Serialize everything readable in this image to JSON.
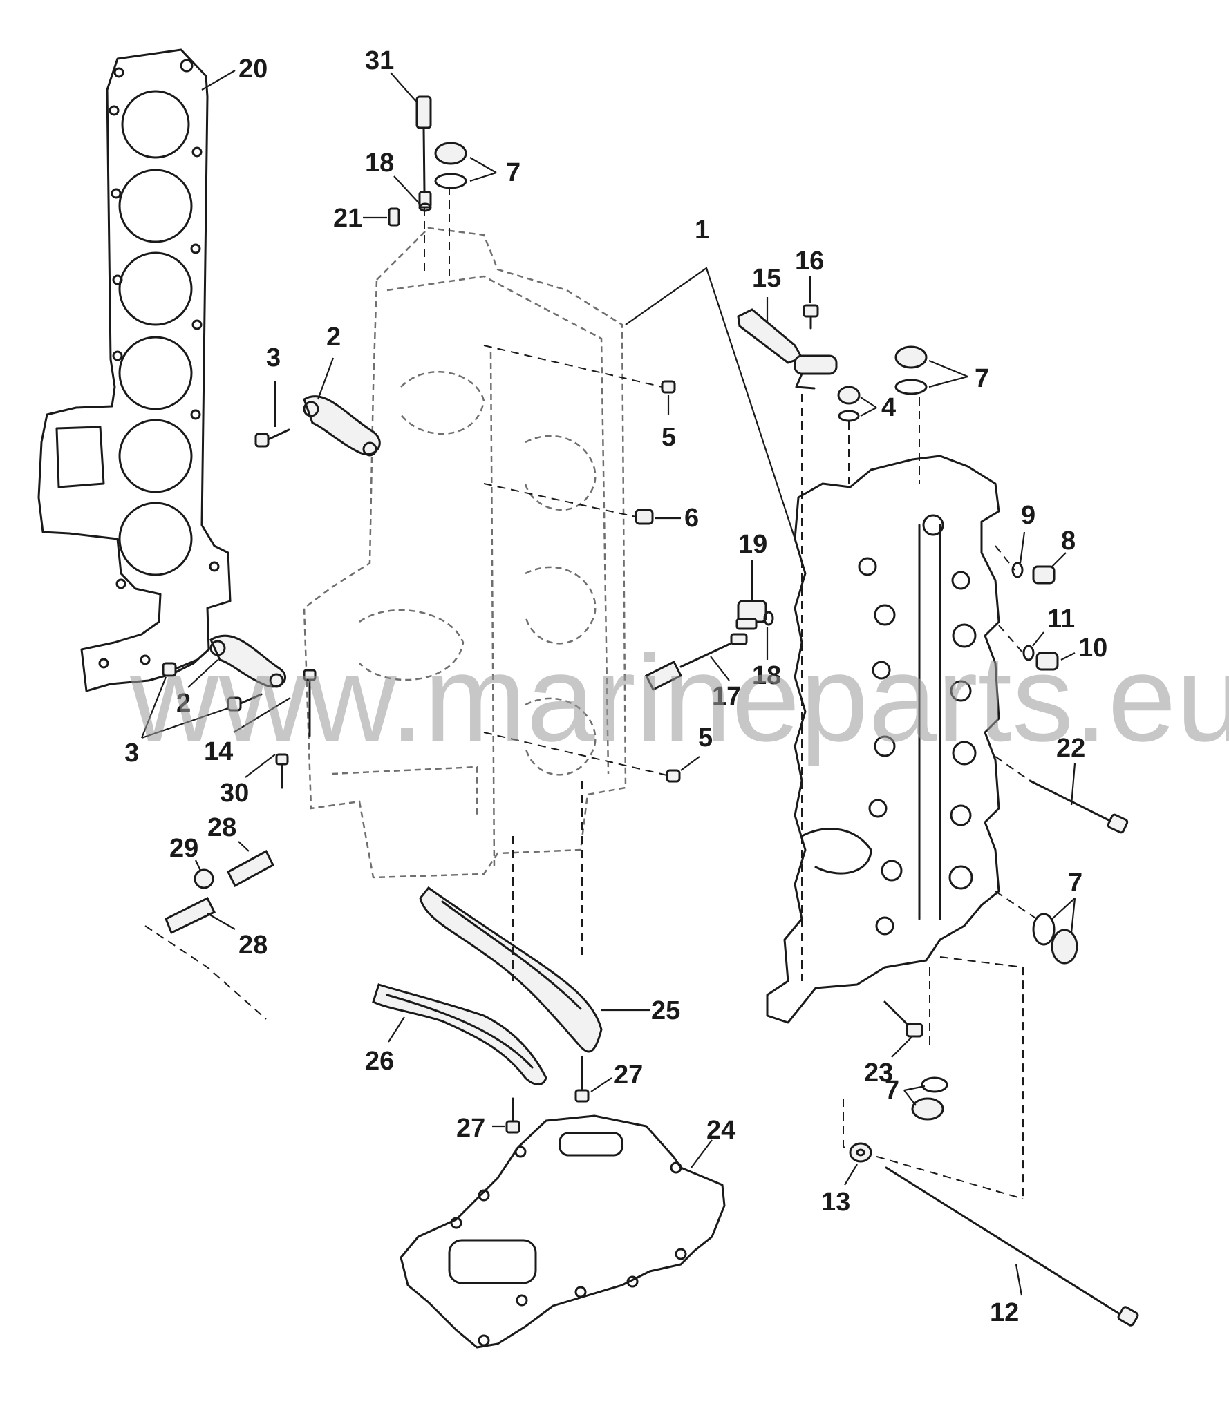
{
  "watermark": "www.marineparts.eu",
  "callouts": {
    "c1": "1",
    "c2a": "2",
    "c2b": "2",
    "c3a": "3",
    "c3b": "3",
    "c4": "4",
    "c5a": "5",
    "c5b": "5",
    "c6": "6",
    "c7a": "7",
    "c7b": "7",
    "c7c": "7",
    "c7d": "7",
    "c8": "8",
    "c9": "9",
    "c10": "10",
    "c11": "11",
    "c12": "12",
    "c13": "13",
    "c14": "14",
    "c15": "15",
    "c16": "16",
    "c17": "17",
    "c18a": "18",
    "c18b": "18",
    "c19": "19",
    "c20": "20",
    "c21": "21",
    "c22": "22",
    "c23": "23",
    "c24": "24",
    "c25": "25",
    "c26": "26",
    "c27a": "27",
    "c27b": "27",
    "c28a": "28",
    "c28b": "28",
    "c29": "29",
    "c30": "30",
    "c31": "31"
  }
}
